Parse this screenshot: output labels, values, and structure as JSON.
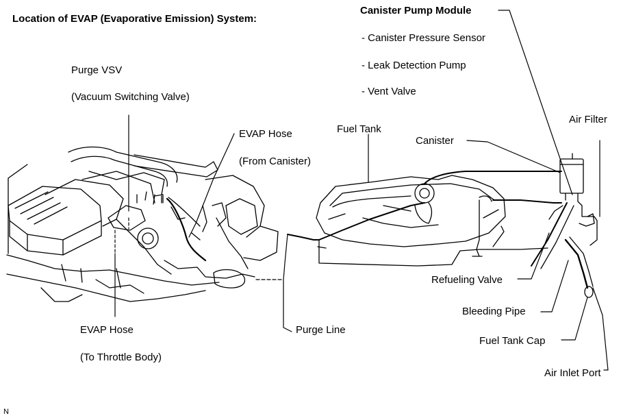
{
  "title": "Location of EVAP (Evaporative Emission) System:",
  "labels": {
    "purge_vsv": "Purge VSV",
    "purge_vsv_full": "(Vacuum Switching Valve)",
    "evap_hose_canister": "EVAP Hose",
    "evap_hose_canister_sub": "(From Canister)",
    "evap_hose_throttle": "EVAP Hose",
    "evap_hose_throttle_sub": "(To Throttle Body)",
    "purge_line": "Purge Line",
    "fuel_tank": "Fuel Tank",
    "canister": "Canister",
    "canister_pump_module": "Canister Pump Module",
    "cpm_item_1": "- Canister Pressure Sensor",
    "cpm_item_2": "- Leak Detection Pump",
    "cpm_item_3": "- Vent Valve",
    "air_filter": "Air Filter",
    "refueling_valve": "Refueling Valve",
    "bleeding_pipe": "Bleeding Pipe",
    "fuel_tank_cap": "Fuel Tank Cap",
    "air_inlet_port": "Air Inlet Port"
  },
  "footer_code": "N"
}
